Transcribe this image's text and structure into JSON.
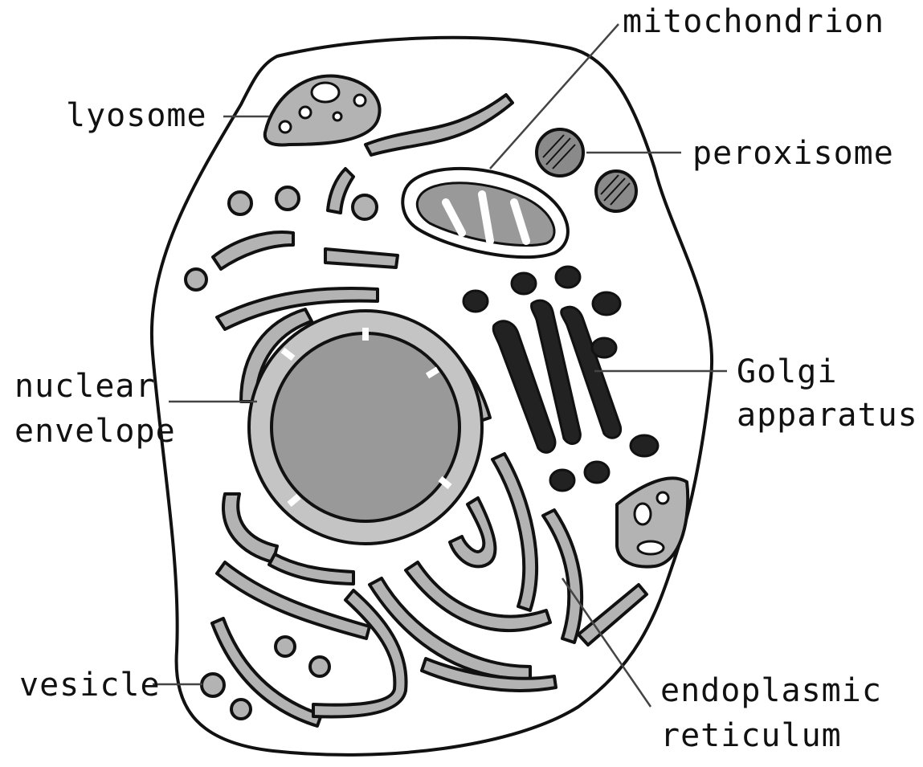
{
  "labels": {
    "lysosome": "lyosome",
    "mitochondrion": "mitochondrion",
    "peroxisome": "peroxisome",
    "nuclear_envelope_line1": "nuclear",
    "nuclear_envelope_line2": "envelope",
    "golgi_line1": "Golgi",
    "golgi_line2": "apparatus",
    "vesicle": "vesicle",
    "er_line1": "endoplasmic",
    "er_line2": "reticulum"
  },
  "colors": {
    "outline": "#111111",
    "cytoplasm": "#ffffff",
    "organelle_gray": "#b3b3b3",
    "nucleus_gray": "#999999",
    "golgi_dark": "#222222",
    "peroxisome_gray": "#8a8a8a"
  }
}
